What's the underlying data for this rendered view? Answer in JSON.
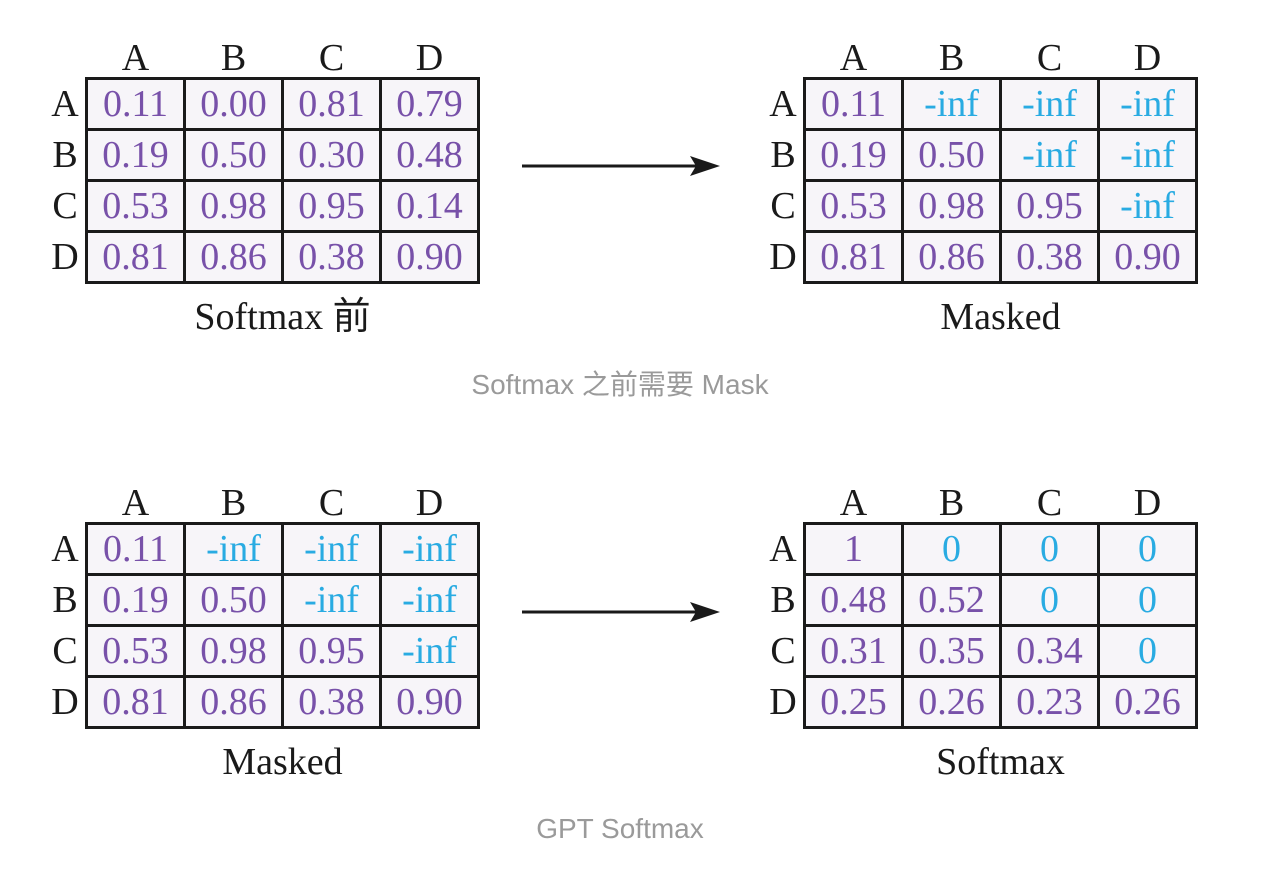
{
  "colors": {
    "value_purple": "#7851a9",
    "masked_cyan": "#29abe2",
    "ink_black": "#1a1a1a",
    "caption_gray": "#9a9a9a",
    "cell_background": "#f7f5f9"
  },
  "icons": {
    "flow_arrow": "arrow-right-icon"
  },
  "figure": {
    "step1": {
      "caption": "Softmax 之前需要 Mask",
      "before": {
        "label": "Softmax 前",
        "cols": [
          "A",
          "B",
          "C",
          "D"
        ],
        "rows": [
          "A",
          "B",
          "C",
          "D"
        ],
        "values": [
          [
            "0.11",
            "0.00",
            "0.81",
            "0.79"
          ],
          [
            "0.19",
            "0.50",
            "0.30",
            "0.48"
          ],
          [
            "0.53",
            "0.98",
            "0.95",
            "0.14"
          ],
          [
            "0.81",
            "0.86",
            "0.38",
            "0.90"
          ]
        ]
      },
      "after": {
        "label": "Masked",
        "cols": [
          "A",
          "B",
          "C",
          "D"
        ],
        "rows": [
          "A",
          "B",
          "C",
          "D"
        ],
        "values": [
          [
            "0.11",
            "-inf",
            "-inf",
            "-inf"
          ],
          [
            "0.19",
            "0.50",
            "-inf",
            "-inf"
          ],
          [
            "0.53",
            "0.98",
            "0.95",
            "-inf"
          ],
          [
            "0.81",
            "0.86",
            "0.38",
            "0.90"
          ]
        ]
      }
    },
    "step2": {
      "caption": "GPT Softmax",
      "before": {
        "label": "Masked",
        "cols": [
          "A",
          "B",
          "C",
          "D"
        ],
        "rows": [
          "A",
          "B",
          "C",
          "D"
        ],
        "values": [
          [
            "0.11",
            "-inf",
            "-inf",
            "-inf"
          ],
          [
            "0.19",
            "0.50",
            "-inf",
            "-inf"
          ],
          [
            "0.53",
            "0.98",
            "0.95",
            "-inf"
          ],
          [
            "0.81",
            "0.86",
            "0.38",
            "0.90"
          ]
        ]
      },
      "after": {
        "label": "Softmax",
        "cols": [
          "A",
          "B",
          "C",
          "D"
        ],
        "rows": [
          "A",
          "B",
          "C",
          "D"
        ],
        "values": [
          [
            "1",
            "0",
            "0",
            "0"
          ],
          [
            "0.48",
            "0.52",
            "0",
            "0"
          ],
          [
            "0.31",
            "0.35",
            "0.34",
            "0"
          ],
          [
            "0.25",
            "0.26",
            "0.23",
            "0.26"
          ]
        ]
      }
    }
  }
}
